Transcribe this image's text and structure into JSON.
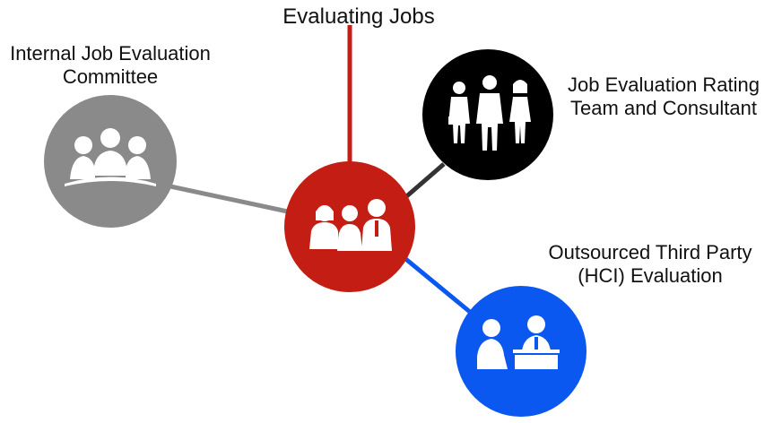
{
  "title": "Evaluating Jobs",
  "nodes": {
    "center": {
      "color": "#c41e14",
      "icon": "team-of-three-icon"
    },
    "internal": {
      "label_line1": "Internal Job Evaluation",
      "label_line2": "Committee",
      "color": "#8a8a8a",
      "icon": "committee-group-icon"
    },
    "rating": {
      "label_line1": "Job Evaluation Rating",
      "label_line2": "Team and Consultant",
      "color": "#000000",
      "icon": "business-team-icon"
    },
    "outsourced": {
      "label_line1": "Outsourced Third Party",
      "label_line2": "(HCI) Evaluation",
      "color": "#0a58f0",
      "icon": "consultation-desk-icon"
    }
  },
  "connectors": {
    "title": "#c41e14",
    "internal": "#8a8a8a",
    "rating": "#333333",
    "outsourced": "#0a58f0"
  }
}
